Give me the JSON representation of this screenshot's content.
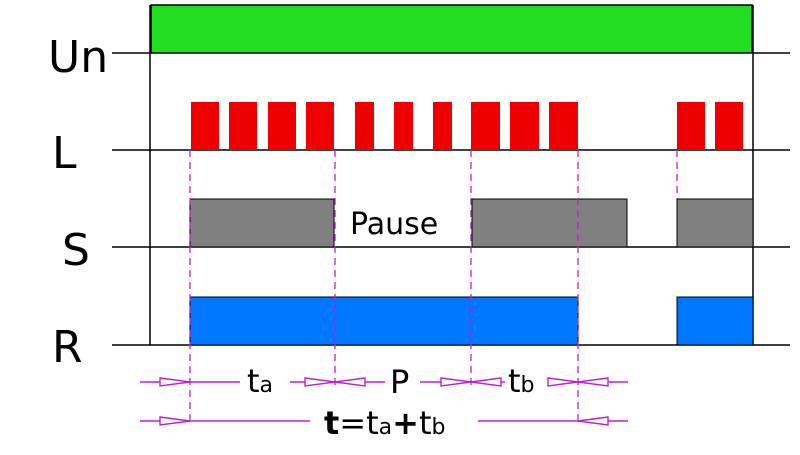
{
  "rows": [
    {
      "label": "Un"
    },
    {
      "label": "L"
    },
    {
      "label": "S"
    },
    {
      "label": "R"
    }
  ],
  "pause_label": "Pause",
  "measure_ta": {
    "main": "t",
    "sub": "a"
  },
  "measure_p": "P",
  "measure_tb": {
    "main": "t",
    "sub": "b"
  },
  "formula": {
    "t": "t",
    "eq": "=",
    "t1": "t",
    "s1": "a",
    "plus": "+",
    "t2": "t",
    "s2": "b"
  },
  "colors": {
    "supply": "#22dd22",
    "pulse": "#ee0000",
    "switch": "#808080",
    "relay": "#0077ff",
    "guide": "#bb22cc"
  }
}
